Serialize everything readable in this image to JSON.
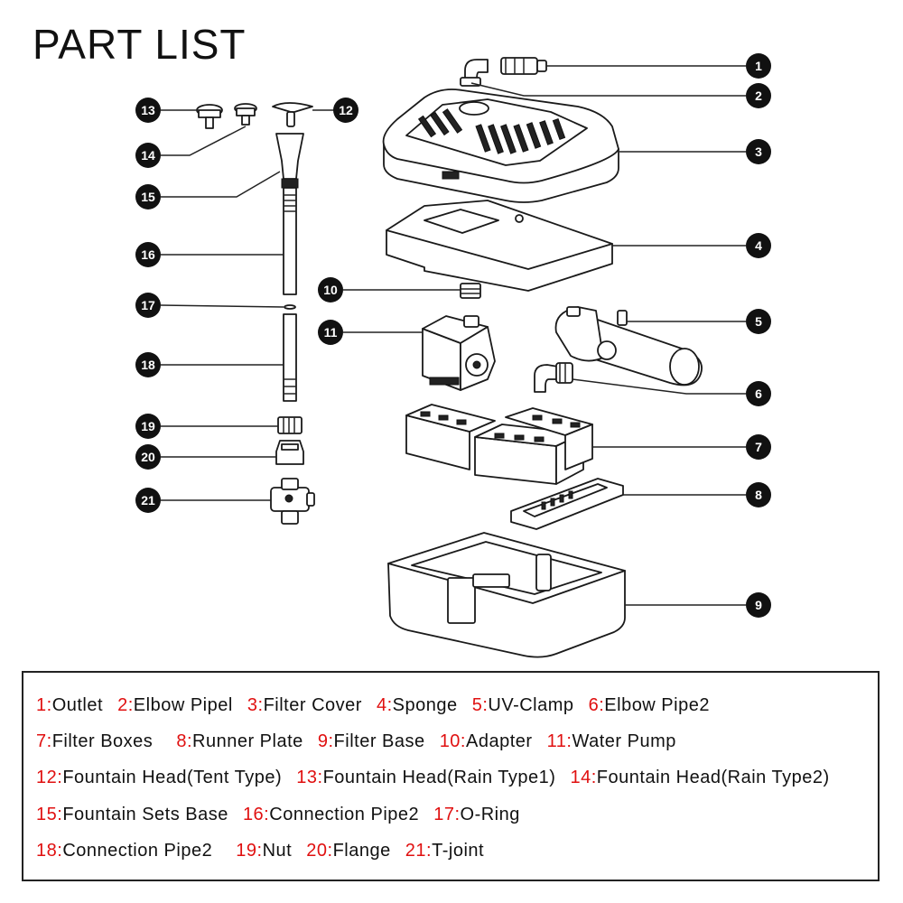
{
  "title": "PART LIST",
  "callouts": [
    "1",
    "2",
    "3",
    "4",
    "5",
    "6",
    "7",
    "8",
    "9",
    "10",
    "11",
    "12",
    "13",
    "14",
    "15",
    "16",
    "17",
    "18",
    "19",
    "20",
    "21"
  ],
  "legend": [
    {
      "num": "1:",
      "name": "Outlet"
    },
    {
      "num": "2:",
      "name": "Elbow Pipel"
    },
    {
      "num": "3:",
      "name": "Filter Cover"
    },
    {
      "num": "4:",
      "name": "Sponge"
    },
    {
      "num": "5:",
      "name": "UV-Clamp"
    },
    {
      "num": "6:",
      "name": "Elbow Pipe2"
    },
    {
      "num": "7:",
      "name": "Filter Boxes"
    },
    {
      "num": "8:",
      "name": "Runner Plate"
    },
    {
      "num": "9:",
      "name": "Filter Base"
    },
    {
      "num": "10:",
      "name": "Adapter"
    },
    {
      "num": "11:",
      "name": "Water Pump"
    },
    {
      "num": "12:",
      "name": "Fountain Head(Tent Type)"
    },
    {
      "num": "13:",
      "name": "Fountain Head(Rain Type1)"
    },
    {
      "num": "14:",
      "name": "Fountain Head(Rain Type2)"
    },
    {
      "num": "15:",
      "name": "Fountain Sets Base"
    },
    {
      "num": "16:",
      "name": "Connection Pipe2"
    },
    {
      "num": "17:",
      "name": "O-Ring"
    },
    {
      "num": "18:",
      "name": "Connection Pipe2"
    },
    {
      "num": "19:",
      "name": "Nut"
    },
    {
      "num": "20:",
      "name": "Flange"
    },
    {
      "num": "21:",
      "name": "T-joint"
    }
  ],
  "colors": {
    "number": "#e01010",
    "text": "#111111",
    "callout": "#111111"
  }
}
